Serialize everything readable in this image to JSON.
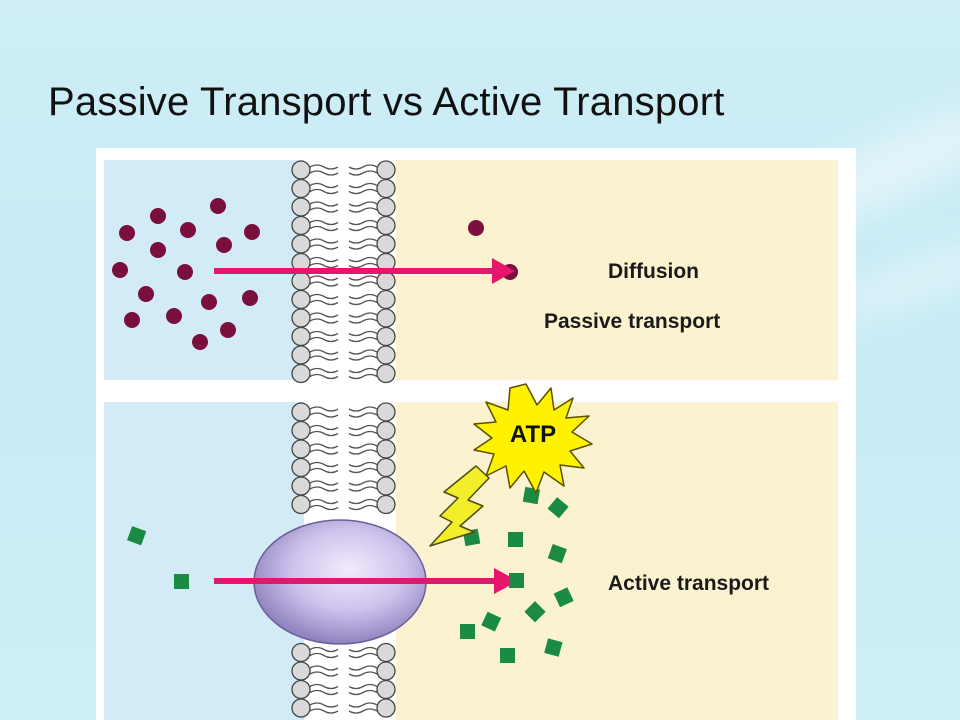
{
  "slide": {
    "title": "Passive Transport vs Active Transport"
  },
  "figure": {
    "top_panel": {
      "label_process": "Diffusion",
      "label_type": "Passive transport"
    },
    "bottom_panel": {
      "energy_label": "ATP",
      "label_type": "Active transport"
    }
  },
  "colors": {
    "outside_region": "#d3ebf7",
    "inside_region": "#fbf3cf",
    "molecule_circle": "#7a0f3e",
    "molecule_square": "#1a8a45",
    "arrow": "#e5166b",
    "carrier_protein": "#c9bfe8",
    "atp_burst": "#fff200",
    "energy_bolt": "#f2ee2a"
  },
  "icons": [
    "phospholipid-bilayer",
    "molecule-circle",
    "molecule-square",
    "transport-arrow",
    "carrier-protein",
    "atp-burst",
    "energy-bolt"
  ]
}
